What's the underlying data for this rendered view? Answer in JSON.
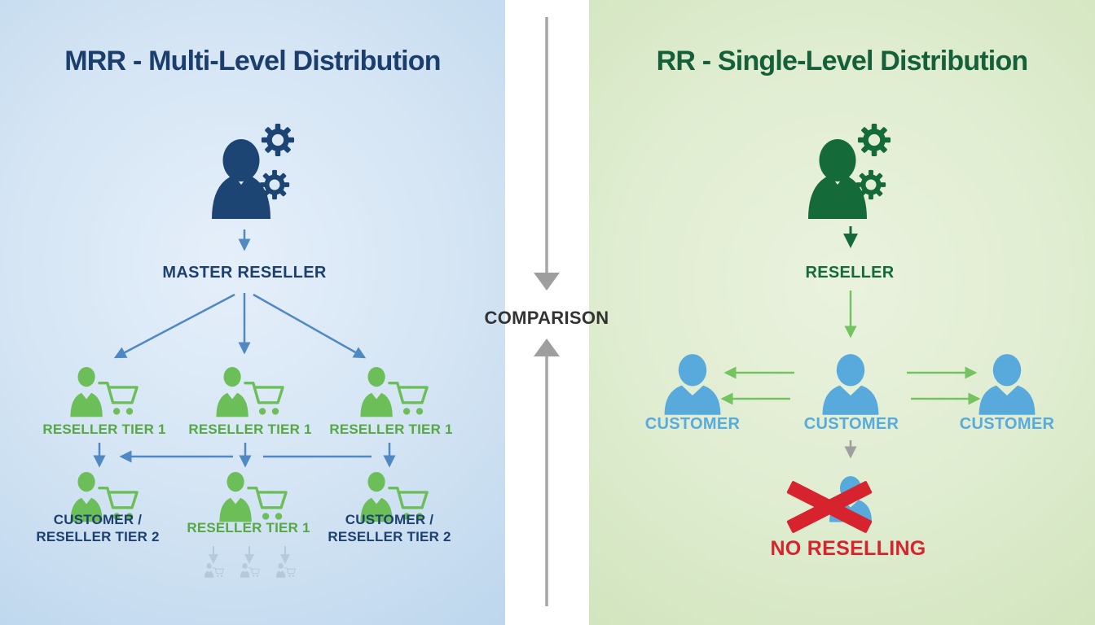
{
  "left_panel": {
    "title": "MRR - Multi-Level Distribution",
    "root": {
      "label": "MASTER RESELLER",
      "icon": "person-gears-icon"
    },
    "tier1_labels": [
      "RESELLER TIER 1",
      "RESELLER TIER 1",
      "RESELLER TIER 1"
    ],
    "tier2_left": {
      "line1": "CUSTOMER /",
      "line2": "RESELLER TIER 2"
    },
    "tier2_middle": {
      "line1": "RESELLER TIER 1"
    },
    "tier2_right": {
      "line1": "CUSTOMER /",
      "line2": "RESELLER TIER 2"
    }
  },
  "divider": {
    "label": "COMPARISON"
  },
  "right_panel": {
    "title": "RR - Single-Level Distribution",
    "root": {
      "label": "RESELLER",
      "icon": "person-gears-icon"
    },
    "customer_labels": [
      "CUSTOMER",
      "CUSTOMER",
      "CUSTOMER"
    ],
    "no_reselling": {
      "label": "NO RESELLING"
    }
  },
  "colors": {
    "left_bg": "#d5e5f4",
    "right_bg": "#e0edd1",
    "divider_bg": "#ffffff",
    "navy": "#1d4070",
    "dark_green": "#156a3a",
    "mid_green": "#6cbe58",
    "green_text": "#56a845",
    "blue_arrow": "#4f88c2",
    "light_green_arrow": "#74c361",
    "light_blue": "#57aadb",
    "red": "#d7232e",
    "gray_arrow": "#9f9f9f",
    "comparison_text": "#333333"
  }
}
